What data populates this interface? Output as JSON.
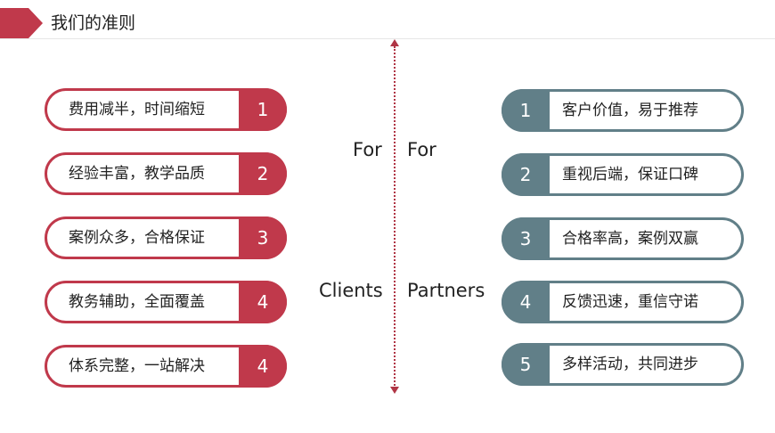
{
  "title": "我们的准则",
  "axis": {
    "left_top": "For",
    "left_bottom": "Clients",
    "right_top": "For",
    "right_bottom": "Partners"
  },
  "left_items": [
    {
      "label": "费用减半，时间缩短",
      "num": "1"
    },
    {
      "label": "经验丰富，教学品质",
      "num": "2"
    },
    {
      "label": "案例众多，合格保证",
      "num": "3"
    },
    {
      "label": "教务辅助，全面覆盖",
      "num": "4"
    },
    {
      "label": "体系完整，一站解决",
      "num": "4"
    }
  ],
  "right_items": [
    {
      "label": "客户价值，易于推荐",
      "num": "1"
    },
    {
      "label": "重视后端，保证口碑",
      "num": "2"
    },
    {
      "label": "合格率高，案例双赢",
      "num": "3"
    },
    {
      "label": "反馈迅速，重信守诺",
      "num": "4"
    },
    {
      "label": "多样活动，共同进步",
      "num": "5"
    }
  ],
  "colors": {
    "accent_red": "#c0394b",
    "accent_slate": "#617f88"
  }
}
